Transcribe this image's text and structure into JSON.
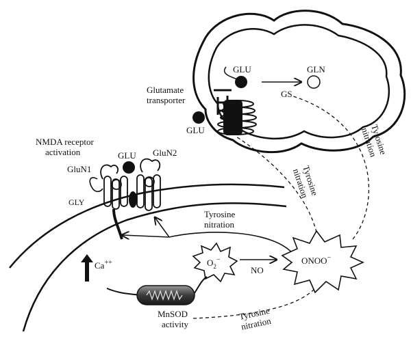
{
  "labels": {
    "glu_inside": "GLU",
    "gln": "GLN",
    "gs": "GS",
    "transporter_line1": "Glutamate",
    "transporter_line2": "transporter",
    "glu_transporter": "GLU",
    "nmda_line1": "NMDA receptor",
    "nmda_line2": "activation",
    "glu_nmda": "GLU",
    "glun1": "GluN1",
    "glun2": "GluN2",
    "gly": "GLY",
    "tyr_center_line1": "Tyrosine",
    "tyr_center_line2": "nitration",
    "tyr_mid_line1": "Tyrosine",
    "tyr_mid_line2": "nitration",
    "tyr_right_line1": "Tyrosine",
    "tyr_right_line2": "nitration",
    "tyr_bottom_line1": "Tyrosine",
    "tyr_bottom_line2": "nitration",
    "ca": "Ca",
    "ca_sup": "++",
    "o2": "O",
    "o2_sub": "2",
    "o2_sup": "−",
    "no": "NO",
    "onoo": "ONOO",
    "onoo_sup": "−",
    "mnsod_line1": "MnSOD",
    "mnsod_line2": "activity"
  }
}
